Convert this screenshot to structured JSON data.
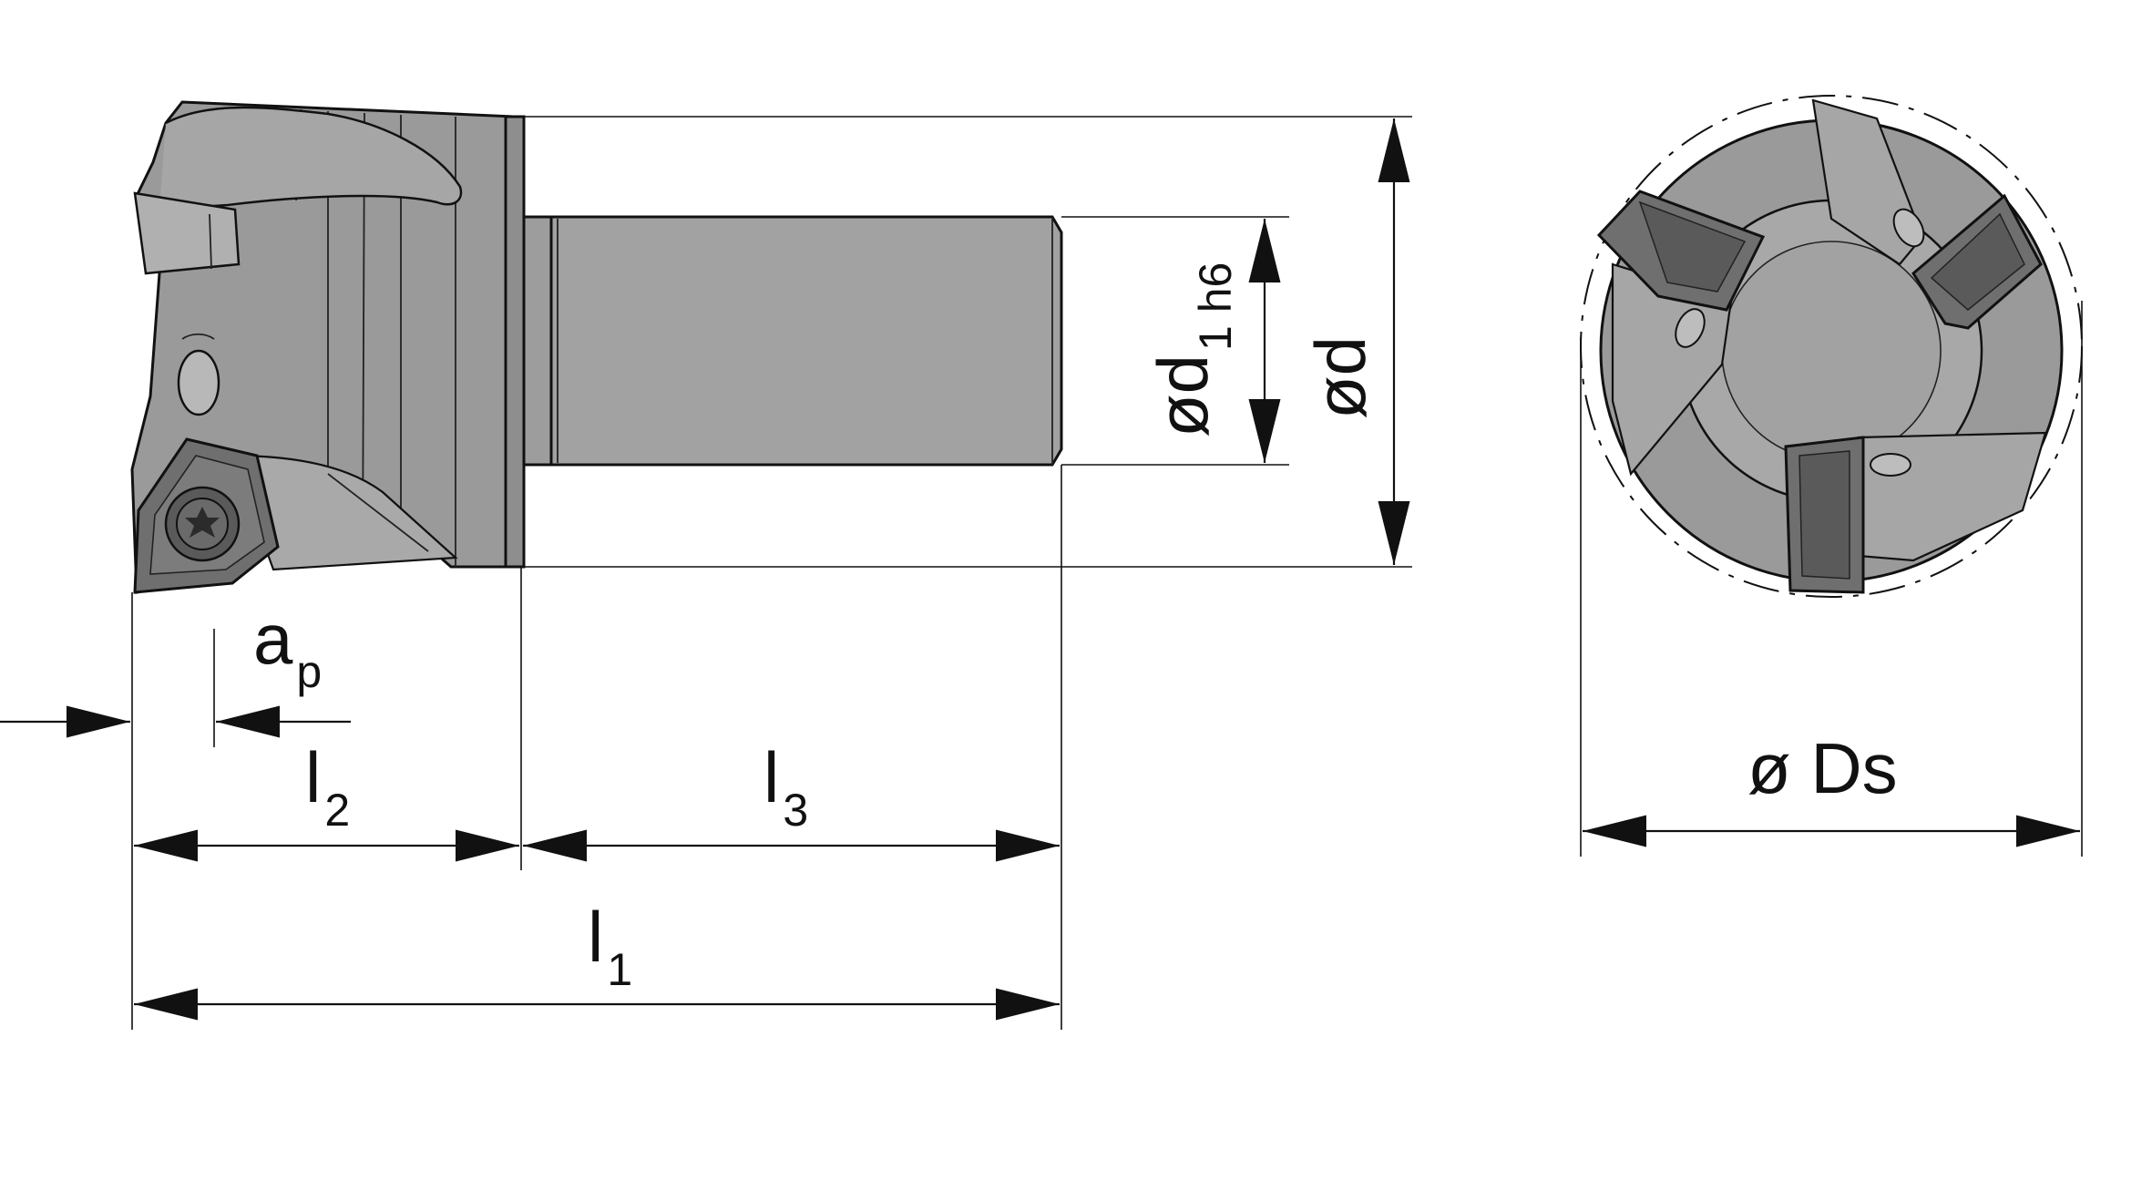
{
  "labels": {
    "ap": {
      "main": "a",
      "sub": "p"
    },
    "l2": {
      "main": "l",
      "sub": "2"
    },
    "l3": {
      "main": "l",
      "sub": "3"
    },
    "l1": {
      "main": "l",
      "sub": "1"
    },
    "d1": {
      "main": "ød",
      "sub": "1 h6"
    },
    "d": {
      "main": "ød"
    },
    "ds": {
      "main": "ø Ds"
    }
  },
  "colors": {
    "body": "#9a9a9a",
    "body_light": "#a8a8a8",
    "shank": "#a2a2a2",
    "insert": "#6f6f6f",
    "insert_dark": "#4f4f4f",
    "line": "#111111"
  },
  "icons": {
    "arrow": "triangle-arrowhead",
    "insert_screw": "torx-screw-icon"
  }
}
